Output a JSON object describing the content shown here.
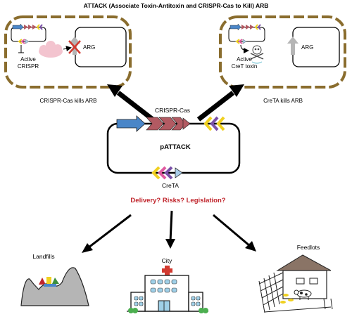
{
  "title": "ATTACK (Associate Toxin-Antitoxin and CRISPR-Cas to Kill) ARB",
  "panels": {
    "left": {
      "caption": "CRISPR-Cas kills ARB",
      "active_label_1": "Active",
      "active_label_2": "CRISPR",
      "arg_label": "ARG"
    },
    "right": {
      "caption": "CreTA kills ARB",
      "active_label_1": "Active",
      "active_label_2": "CreT toxin",
      "arg_label": "ARG"
    }
  },
  "plasmid": {
    "top_label": "CRISPR-Cas",
    "name": "pATTACK",
    "bottom_label": "CreTA"
  },
  "question": "Delivery? Risks? Legislation?",
  "destinations": {
    "landfills": "Landfills",
    "city": "City",
    "feedlots": "Feedlots"
  },
  "colors": {
    "cas_blue": "#4a86c8",
    "cas_red": "#b25a62",
    "array_yellow": "#f0d020",
    "array_purple": "#7a50a8",
    "array_pink": "#e05aa0",
    "cell_border": "#8a6d2e",
    "question_red": "#c0242b",
    "cross_red": "#d23a30"
  }
}
